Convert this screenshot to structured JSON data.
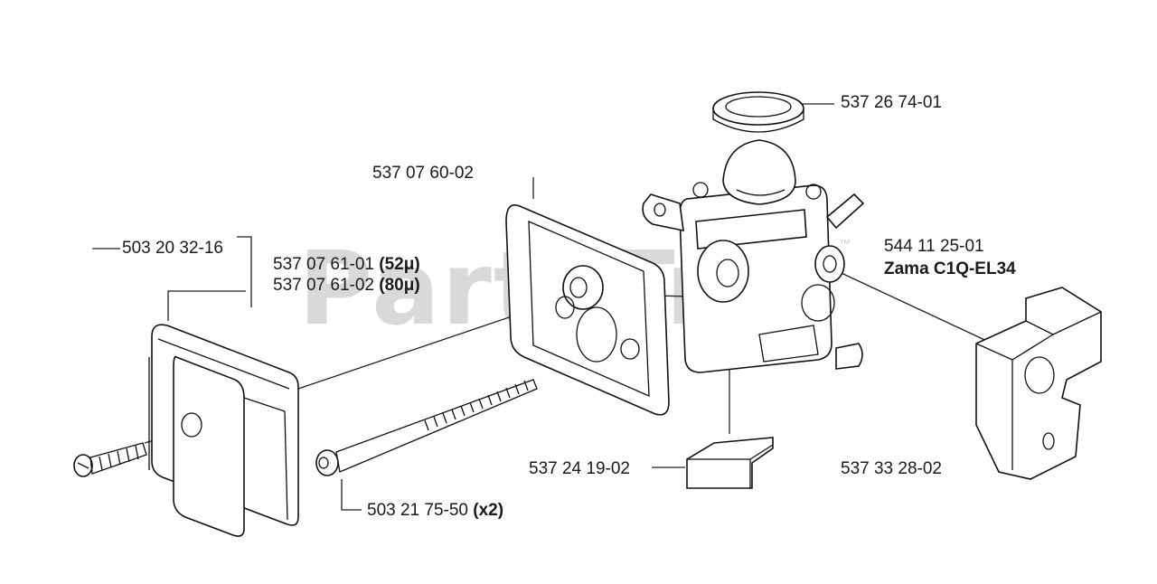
{
  "watermark": "PartsTre",
  "watermark_tm": "™",
  "labels": {
    "p1": "537 26 74-01",
    "p2": "537 07 60-02",
    "p3": "503 20 32-16",
    "p4a_num": "537 07 61-01",
    "p4a_spec": "(52μ)",
    "p4b_num": "537 07 61-02",
    "p4b_spec": "(80μ)",
    "p5": "544 11 25-01",
    "p6": "Zama C1Q-EL34",
    "p7": "537 24 19-02",
    "p8": "537 33 28-02",
    "p9_num": "503 21 75-50",
    "p9_qty": "(x2)"
  }
}
